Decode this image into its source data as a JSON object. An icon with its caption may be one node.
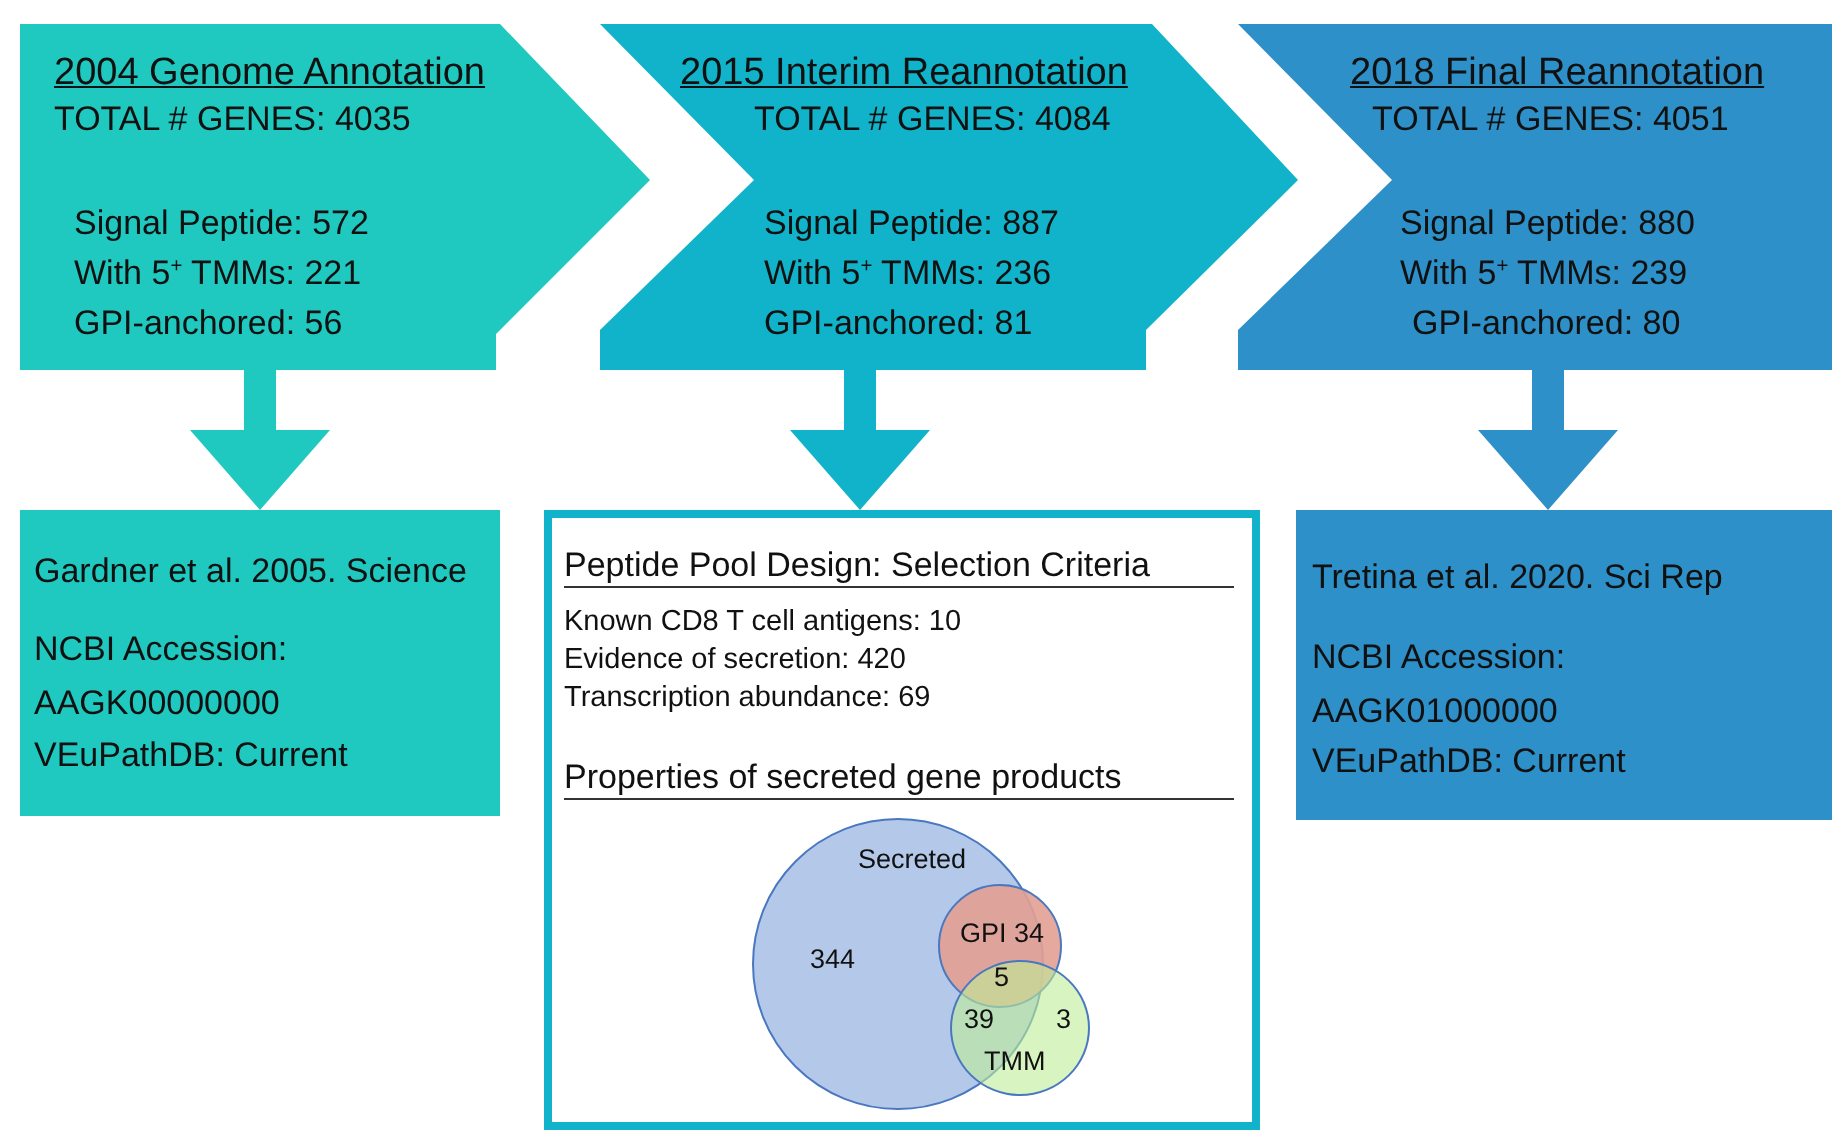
{
  "diagram": {
    "nodes": [
      {
        "text": [
          "2004 Genome Annotation",
          "TOTAL # GENES: 4035",
          "Signal Peptide: 572",
          "With 5$^{+}$ TMMs: 221",
          "GPI-anchored: 56"
        ]
      },
      {
        "text": [
          "2015 Interim Reannotation",
          "TOTAL # GENES: 4084",
          "Signal Peptide: 887",
          "With 5$^{+}$ TMMs: 236",
          "GPI-anchored: 81"
        ]
      },
      {
        "text": [
          "2018 Final Reannotation",
          "TOTAL # GENES: 4051",
          "Signal Peptide: 880",
          "With 5$^{+}$ TMMs: 239",
          "GPI-anchored: 80"
        ]
      },
      {
        "text": [
          "Gardner et al. 2005. Science",
          "NCBI Accession: AAGK00000000",
          "VEuPathDB: Current"
        ]
      },
      {
        "text": [
          "Peptide Pool Design: Selection Criteria",
          "Known CD8 T cell antigens: 10",
          "Evidence of secretion: 420",
          "Transcription abundance: 69",
          "Properties of secreted gene products"
        ]
      },
      {
        "text": [
          "Secreted",
          "344"
        ],
        "in": 4
      },
      {
        "text": [
          "GPI 34"
        ],
        "in": 4
      },
      {
        "text": [
          "39",
          "3",
          "TMM"
        ],
        "in": 4
      },
      {
        "text": [
          "Tretina et al. 2020. Sci Rep",
          "NCBI Accession: AAGK01000000",
          "VEuPathDB: Current"
        ]
      }
    ],
    "edges": [
      {
        "from": 0,
        "to": 3,
        "arrow": "to"
      },
      {
        "from": 1,
        "to": 4,
        "arrow": "to"
      },
      {
        "from": 2,
        "to": 8,
        "arrow": "to"
      }
    ],
    "labels": [
      "5"
    ]
  }
}
